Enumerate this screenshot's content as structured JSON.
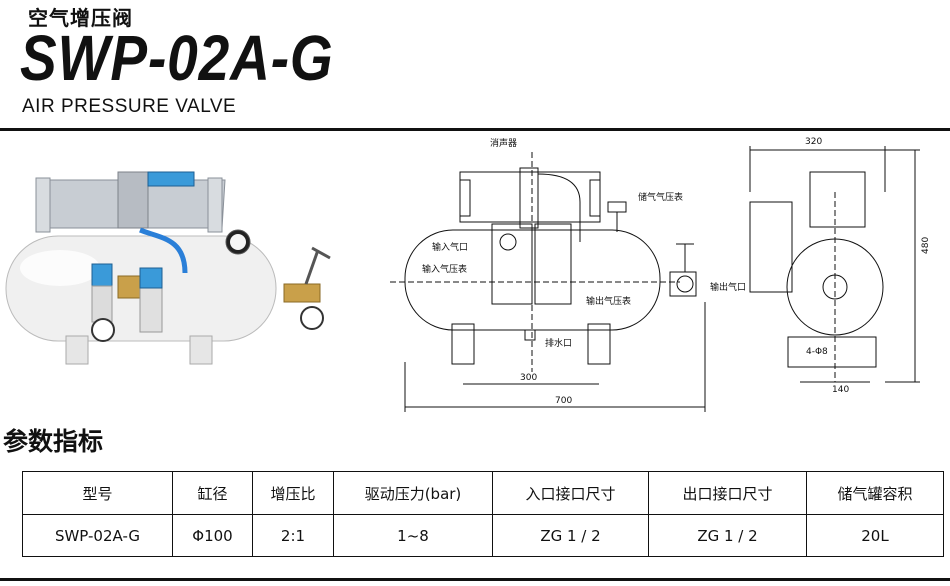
{
  "header": {
    "cn_title": "空气增压阀",
    "model": "SWP-02A-G",
    "en_title": "AIR PRESSURE VALVE"
  },
  "drawing": {
    "labels": {
      "muffler": "消声器",
      "tank_gauge": "储气气压表",
      "inlet": "输入气口",
      "inlet_gauge": "输入气压表",
      "outlet_gauge": "输出气压表",
      "outlet": "输出气口",
      "drain": "排水口"
    },
    "dims": {
      "width_320": "320",
      "height_480": "480",
      "holes": "4-Φ8",
      "span_300": "300",
      "length_700": "700",
      "foot_140": "140"
    }
  },
  "spec": {
    "section_title": "参数指标",
    "headers": [
      "型号",
      "缸径",
      "增压比",
      "驱动压力(bar)",
      "入口接口尺寸",
      "出口接口尺寸",
      "储气罐容积"
    ],
    "row": [
      "SWP-02A-G",
      "Φ100",
      "2:1",
      "1~8",
      "ZG 1 / 2",
      "ZG 1 / 2",
      "20L"
    ]
  },
  "colors": {
    "tank": "#f2f2f2",
    "pump_body": "#c8cdd3",
    "hose": "#2a7fd8",
    "brass": "#c9a04a",
    "regulator_blue": "#3a9ad9"
  }
}
